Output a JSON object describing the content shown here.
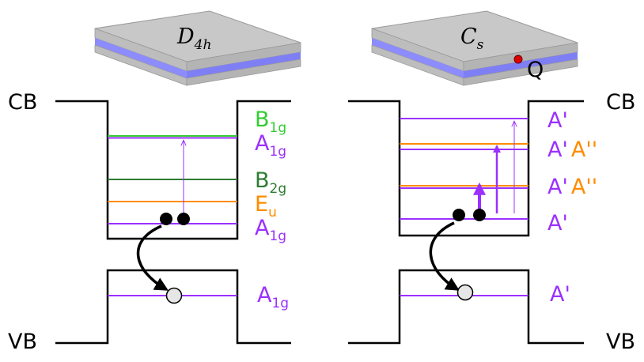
{
  "band_labels": {
    "cb": "CB",
    "vb": "VB"
  },
  "left_panel": {
    "symmetry": {
      "main": "D",
      "sub": "4h"
    },
    "conduction_levels": [
      {
        "main": "B",
        "sub": "1g",
        "color": "#33cc33"
      },
      {
        "main": "A",
        "sub": "1g",
        "color": "#9b30ff"
      },
      {
        "main": "B",
        "sub": "2g",
        "color": "#2e7d32"
      },
      {
        "main": "E",
        "sub": "u",
        "color": "#ff8c00"
      },
      {
        "main": "A",
        "sub": "1g",
        "color": "#9b30ff"
      }
    ],
    "valence_level": {
      "main": "A",
      "sub": "1g",
      "color": "#9b30ff"
    }
  },
  "right_panel": {
    "symmetry": {
      "main": "C",
      "sub": "s"
    },
    "defect_label": "Q",
    "conduction_levels": [
      {
        "text": "A'",
        "color": "#9b30ff"
      },
      {
        "text": "A'",
        "color": "#9b30ff",
        "extra": "A''",
        "extra_color": "#ff8c00"
      },
      {
        "text": "A'",
        "color": "#9b30ff",
        "extra": "A''",
        "extra_color": "#ff8c00"
      },
      {
        "text": "A'",
        "color": "#9b30ff"
      }
    ],
    "valence_level": {
      "text": "A'",
      "color": "#9b30ff"
    }
  },
  "colors": {
    "purple": "#9b30ff",
    "orange": "#ff8c00",
    "light_green": "#33cc33",
    "dark_green": "#2e7d32",
    "slab_gray": "#c8c8c8",
    "slab_blue": "#8c8cff",
    "defect_red": "#e00000"
  }
}
